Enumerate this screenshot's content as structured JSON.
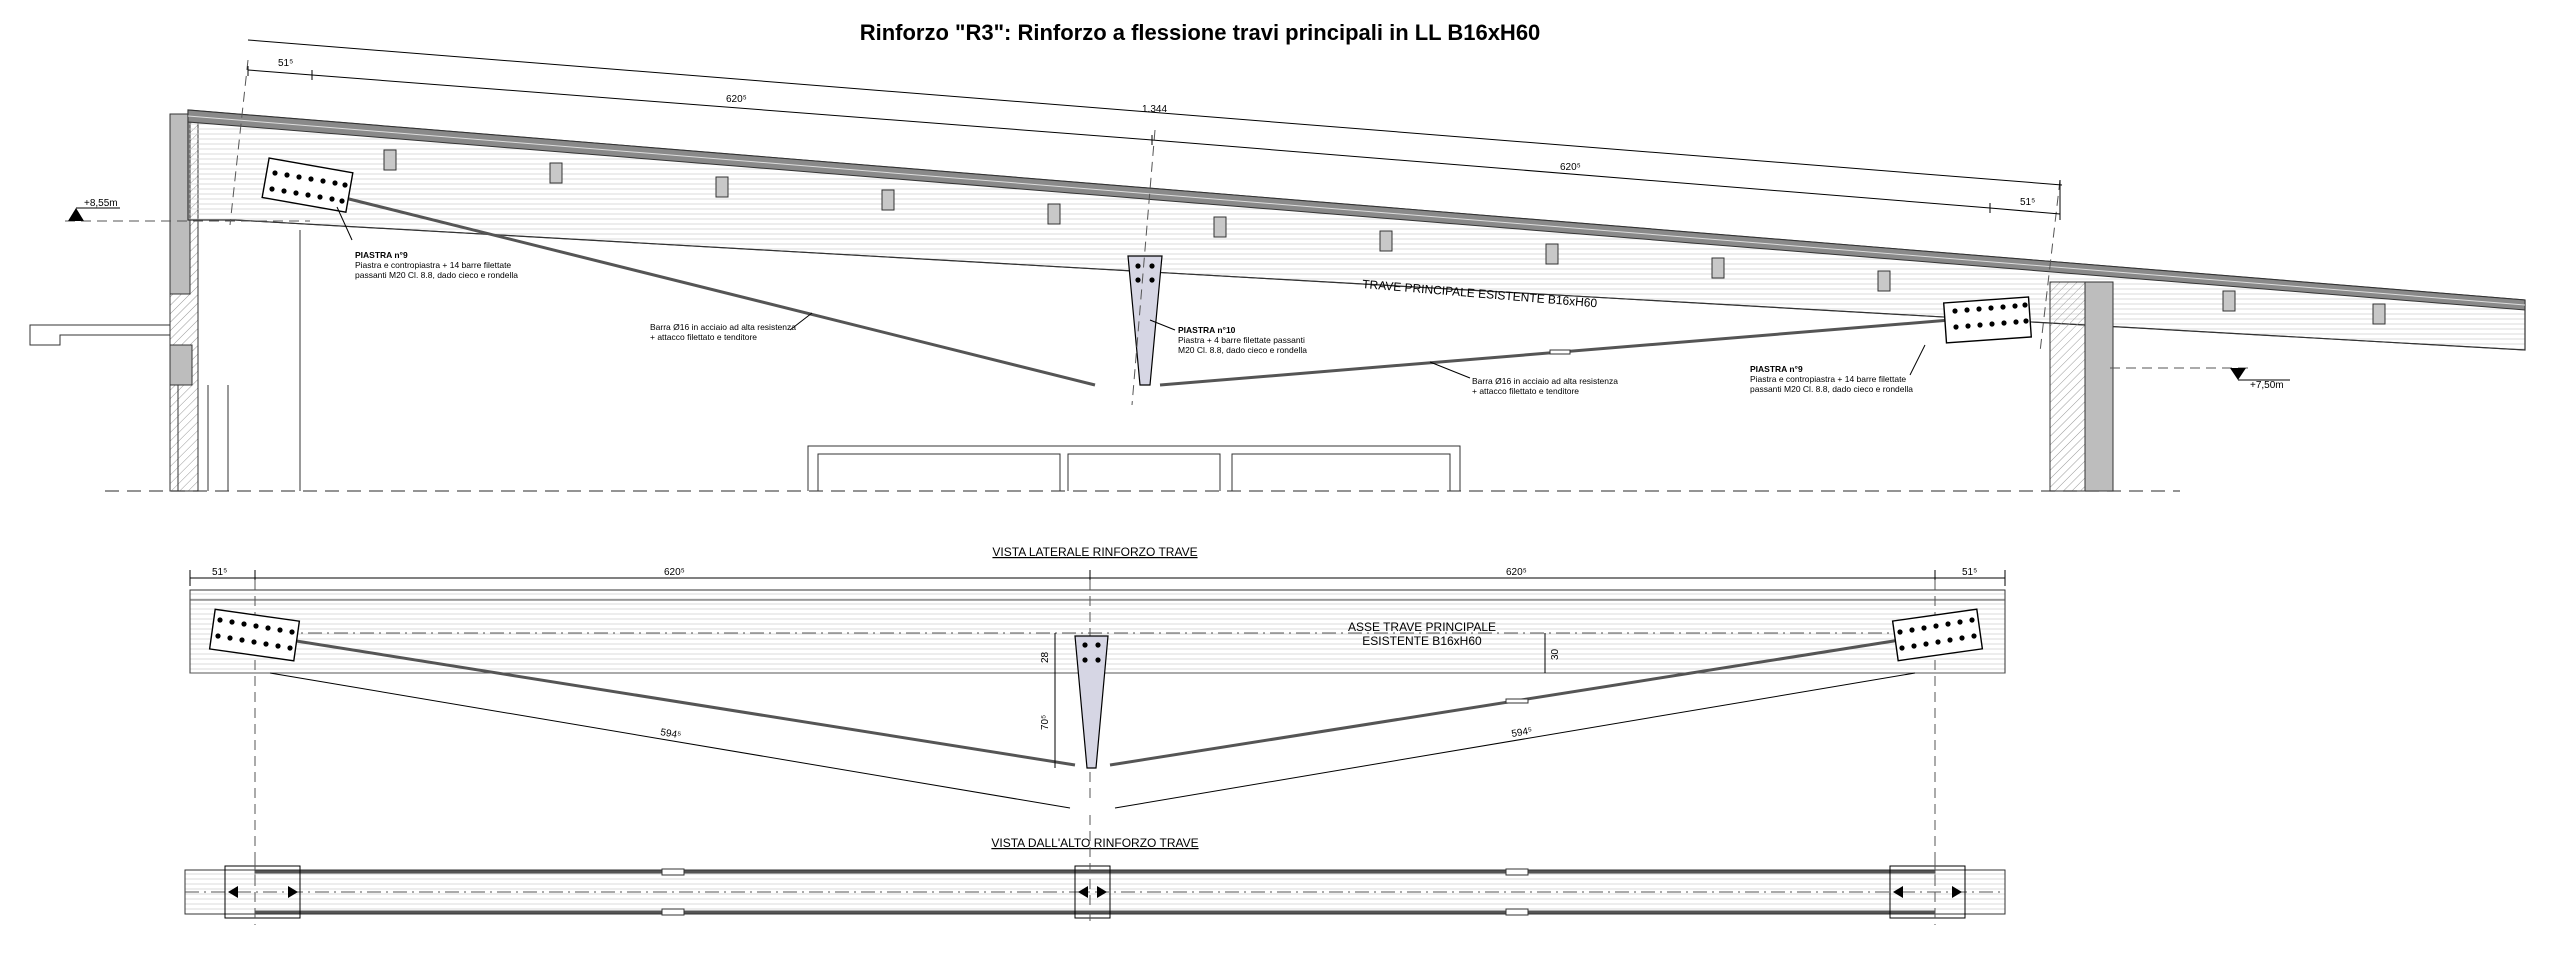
{
  "title": "Rinforzo \"R3\": Rinforzo a flessione travi principali in LL B16xH60",
  "elevation": {
    "dims": {
      "left": "51⁵",
      "span_left": "620⁵",
      "total": "1.344",
      "span_right": "620⁵",
      "right": "51⁵"
    },
    "levels": {
      "top_left": "+8,55m",
      "bottom_right": "+7,50m"
    },
    "beam_label": "TRAVE PRINCIPALE ESISTENTE B16xH60",
    "plate_left": {
      "title": "PIASTRA n°9",
      "line1": "Piastra e contropiastra + 14 barre filettate",
      "line2": "passanti M20 Cl. 8.8, dado cieco e rondella"
    },
    "plate_mid": {
      "title": "PIASTRA n°10",
      "line1": "Piastra + 4 barre filettate passanti",
      "line2": "M20 Cl. 8.8, dado cieco e rondella"
    },
    "plate_right": {
      "title": "PIASTRA n°9",
      "line1": "Piastra e contropiastra + 14 barre filettate",
      "line2": "passanti M20 Cl. 8.8, dado cieco e rondella"
    },
    "bar_left": {
      "line1": "Barra Ø16 in acciaio ad alta resistenza",
      "line2": "+ attacco filettato e tenditore"
    },
    "bar_right": {
      "line1": "Barra Ø16 in acciaio ad alta resistenza",
      "line2": "+ attacco filettato e tenditore"
    }
  },
  "side_view": {
    "heading": "VISTA LATERALE RINFORZO TRAVE",
    "axis_line1": "ASSE TRAVE PRINCIPALE",
    "axis_line2": "ESISTENTE B16xH60",
    "dims": {
      "left": "51⁵",
      "span_left": "620⁵",
      "span_right": "620⁵",
      "right": "51⁵",
      "diag_left": "594⁵",
      "diag_right": "594⁵",
      "v_28": "28",
      "v_70": "70⁵",
      "v_30": "30"
    }
  },
  "top_view": {
    "heading": "VISTA DALL'ALTO RINFORZO TRAVE"
  }
}
